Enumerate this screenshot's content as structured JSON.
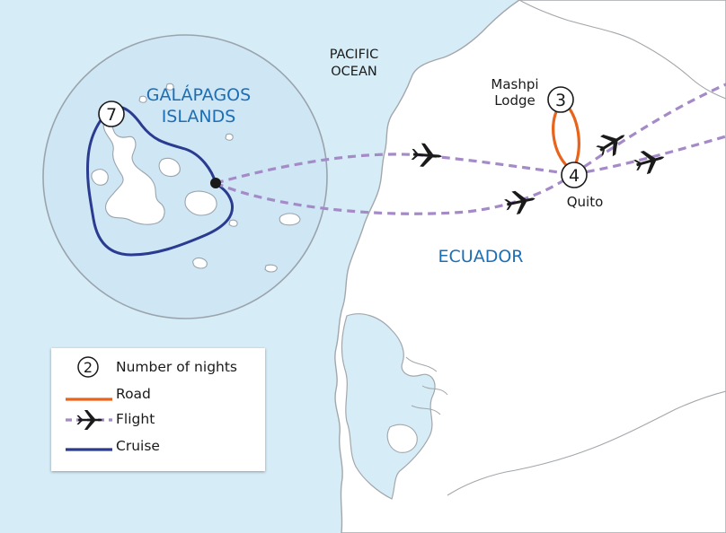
{
  "labels": {
    "ocean_line1": "PACIFIC",
    "ocean_line2": "OCEAN",
    "islands_line1": "GALÁPAGOS",
    "islands_line2": "ISLANDS",
    "country": "ECUADOR",
    "mashpi_line1": "Mashpi",
    "mashpi_line2": "Lodge",
    "quito": "Quito"
  },
  "stops": {
    "galapagos_nights": "7",
    "mashpi_nights": "3",
    "quito_nights": "4"
  },
  "legend": {
    "nights_example": "2",
    "nights_label": "Number of nights",
    "road_label": "Road",
    "flight_label": "Flight",
    "cruise_label": "Cruise"
  },
  "colors": {
    "sea": "#d6ecf7",
    "land": "#ffffff",
    "coast": "#a3a7ab",
    "inset_fill": "#cfe6f5",
    "inset_border": "#9aa4ac",
    "label_blue": "#1d6fb5",
    "road": "#e8641c",
    "flight": "#a58ac8",
    "cruise": "#2b3b8f"
  },
  "icons": {
    "stop_marker": "numbered-circle",
    "flight_marker": "plane-icon",
    "port_marker": "dot-icon"
  }
}
